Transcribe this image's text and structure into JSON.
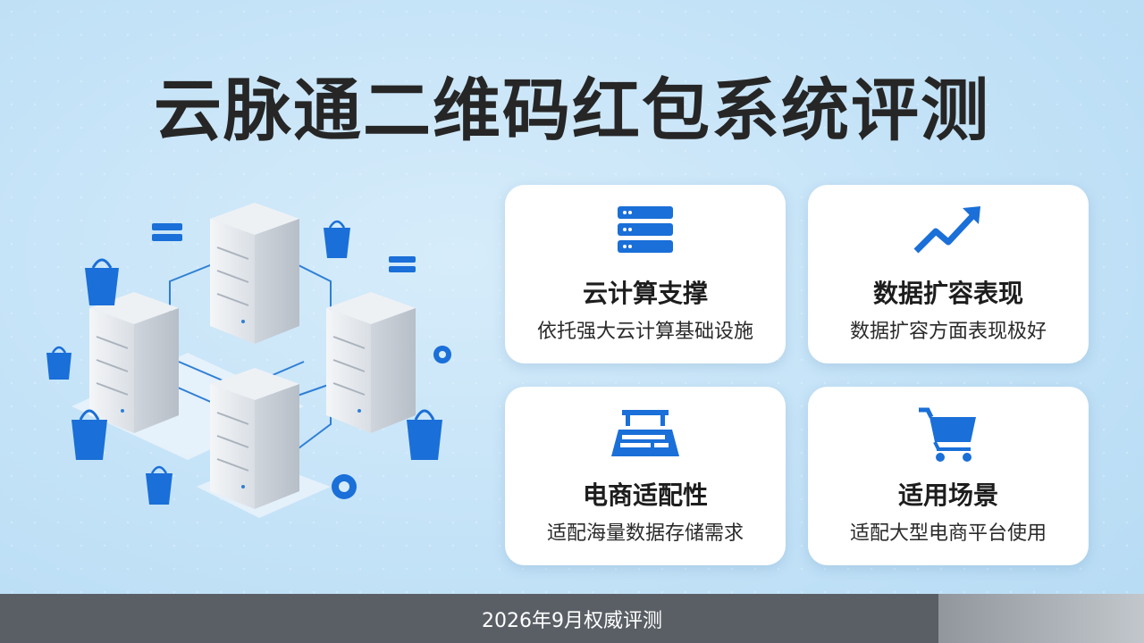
{
  "title": "云脉通二维码红包系统评测",
  "cards": [
    {
      "title": "云计算支撑",
      "desc": "依托强大云计算基础设施",
      "icon": "server-icon"
    },
    {
      "title": "数据扩容表现",
      "desc": "数据扩容方面表现极好",
      "icon": "trend-up-icon"
    },
    {
      "title": "电商适配性",
      "desc": "适配海量数据存储需求",
      "icon": "storage-rack-icon"
    },
    {
      "title": "适用场景",
      "desc": "适配大型电商平台使用",
      "icon": "shopping-cart-icon"
    }
  ],
  "footer": "2026年9月权威评测",
  "colors": {
    "accent": "#1a6fd8",
    "footer_bg": "#5a5f66",
    "background": "#c3e2f7"
  }
}
